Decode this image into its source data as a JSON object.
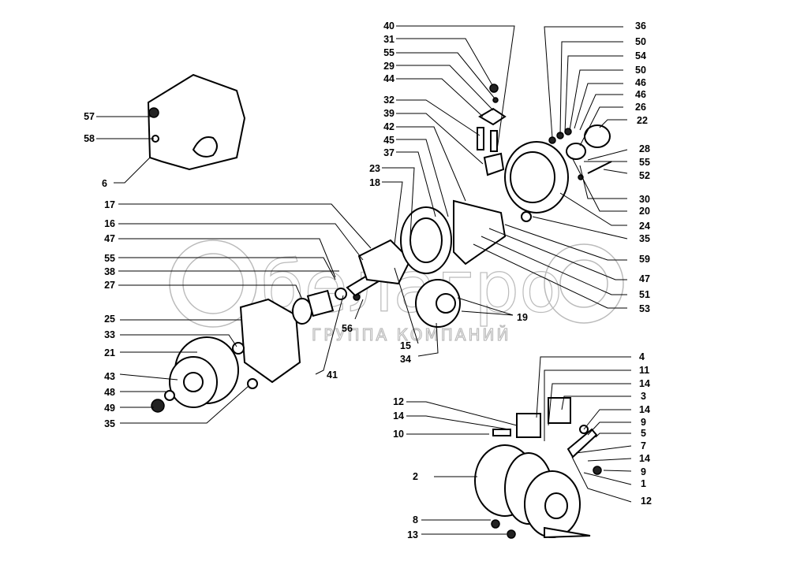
{
  "watermark": {
    "brand": "белагро",
    "subtitle": "ГРУППА КОМПАНИЙ"
  },
  "callouts": {
    "relay_group": [
      "57",
      "58",
      "6"
    ],
    "left_column": [
      "17",
      "16",
      "47",
      "55",
      "38",
      "27",
      "25",
      "33",
      "21",
      "43",
      "48",
      "49",
      "35"
    ],
    "center": [
      "56",
      "41",
      "15",
      "34",
      "19",
      "23",
      "18"
    ],
    "top_middle": [
      "40",
      "31",
      "55",
      "29",
      "44",
      "32",
      "39",
      "42",
      "45",
      "37"
    ],
    "right_column": [
      "36",
      "50",
      "54",
      "50",
      "46",
      "46",
      "26",
      "22",
      "28",
      "55",
      "52",
      "30",
      "20",
      "24",
      "35",
      "59",
      "47",
      "51",
      "53"
    ],
    "mount_right": [
      "4",
      "11",
      "14",
      "3",
      "14",
      "9",
      "5",
      "7",
      "14",
      "9",
      "1",
      "12"
    ],
    "mount_left": [
      "12",
      "14",
      "10",
      "2",
      "8",
      "13"
    ]
  }
}
